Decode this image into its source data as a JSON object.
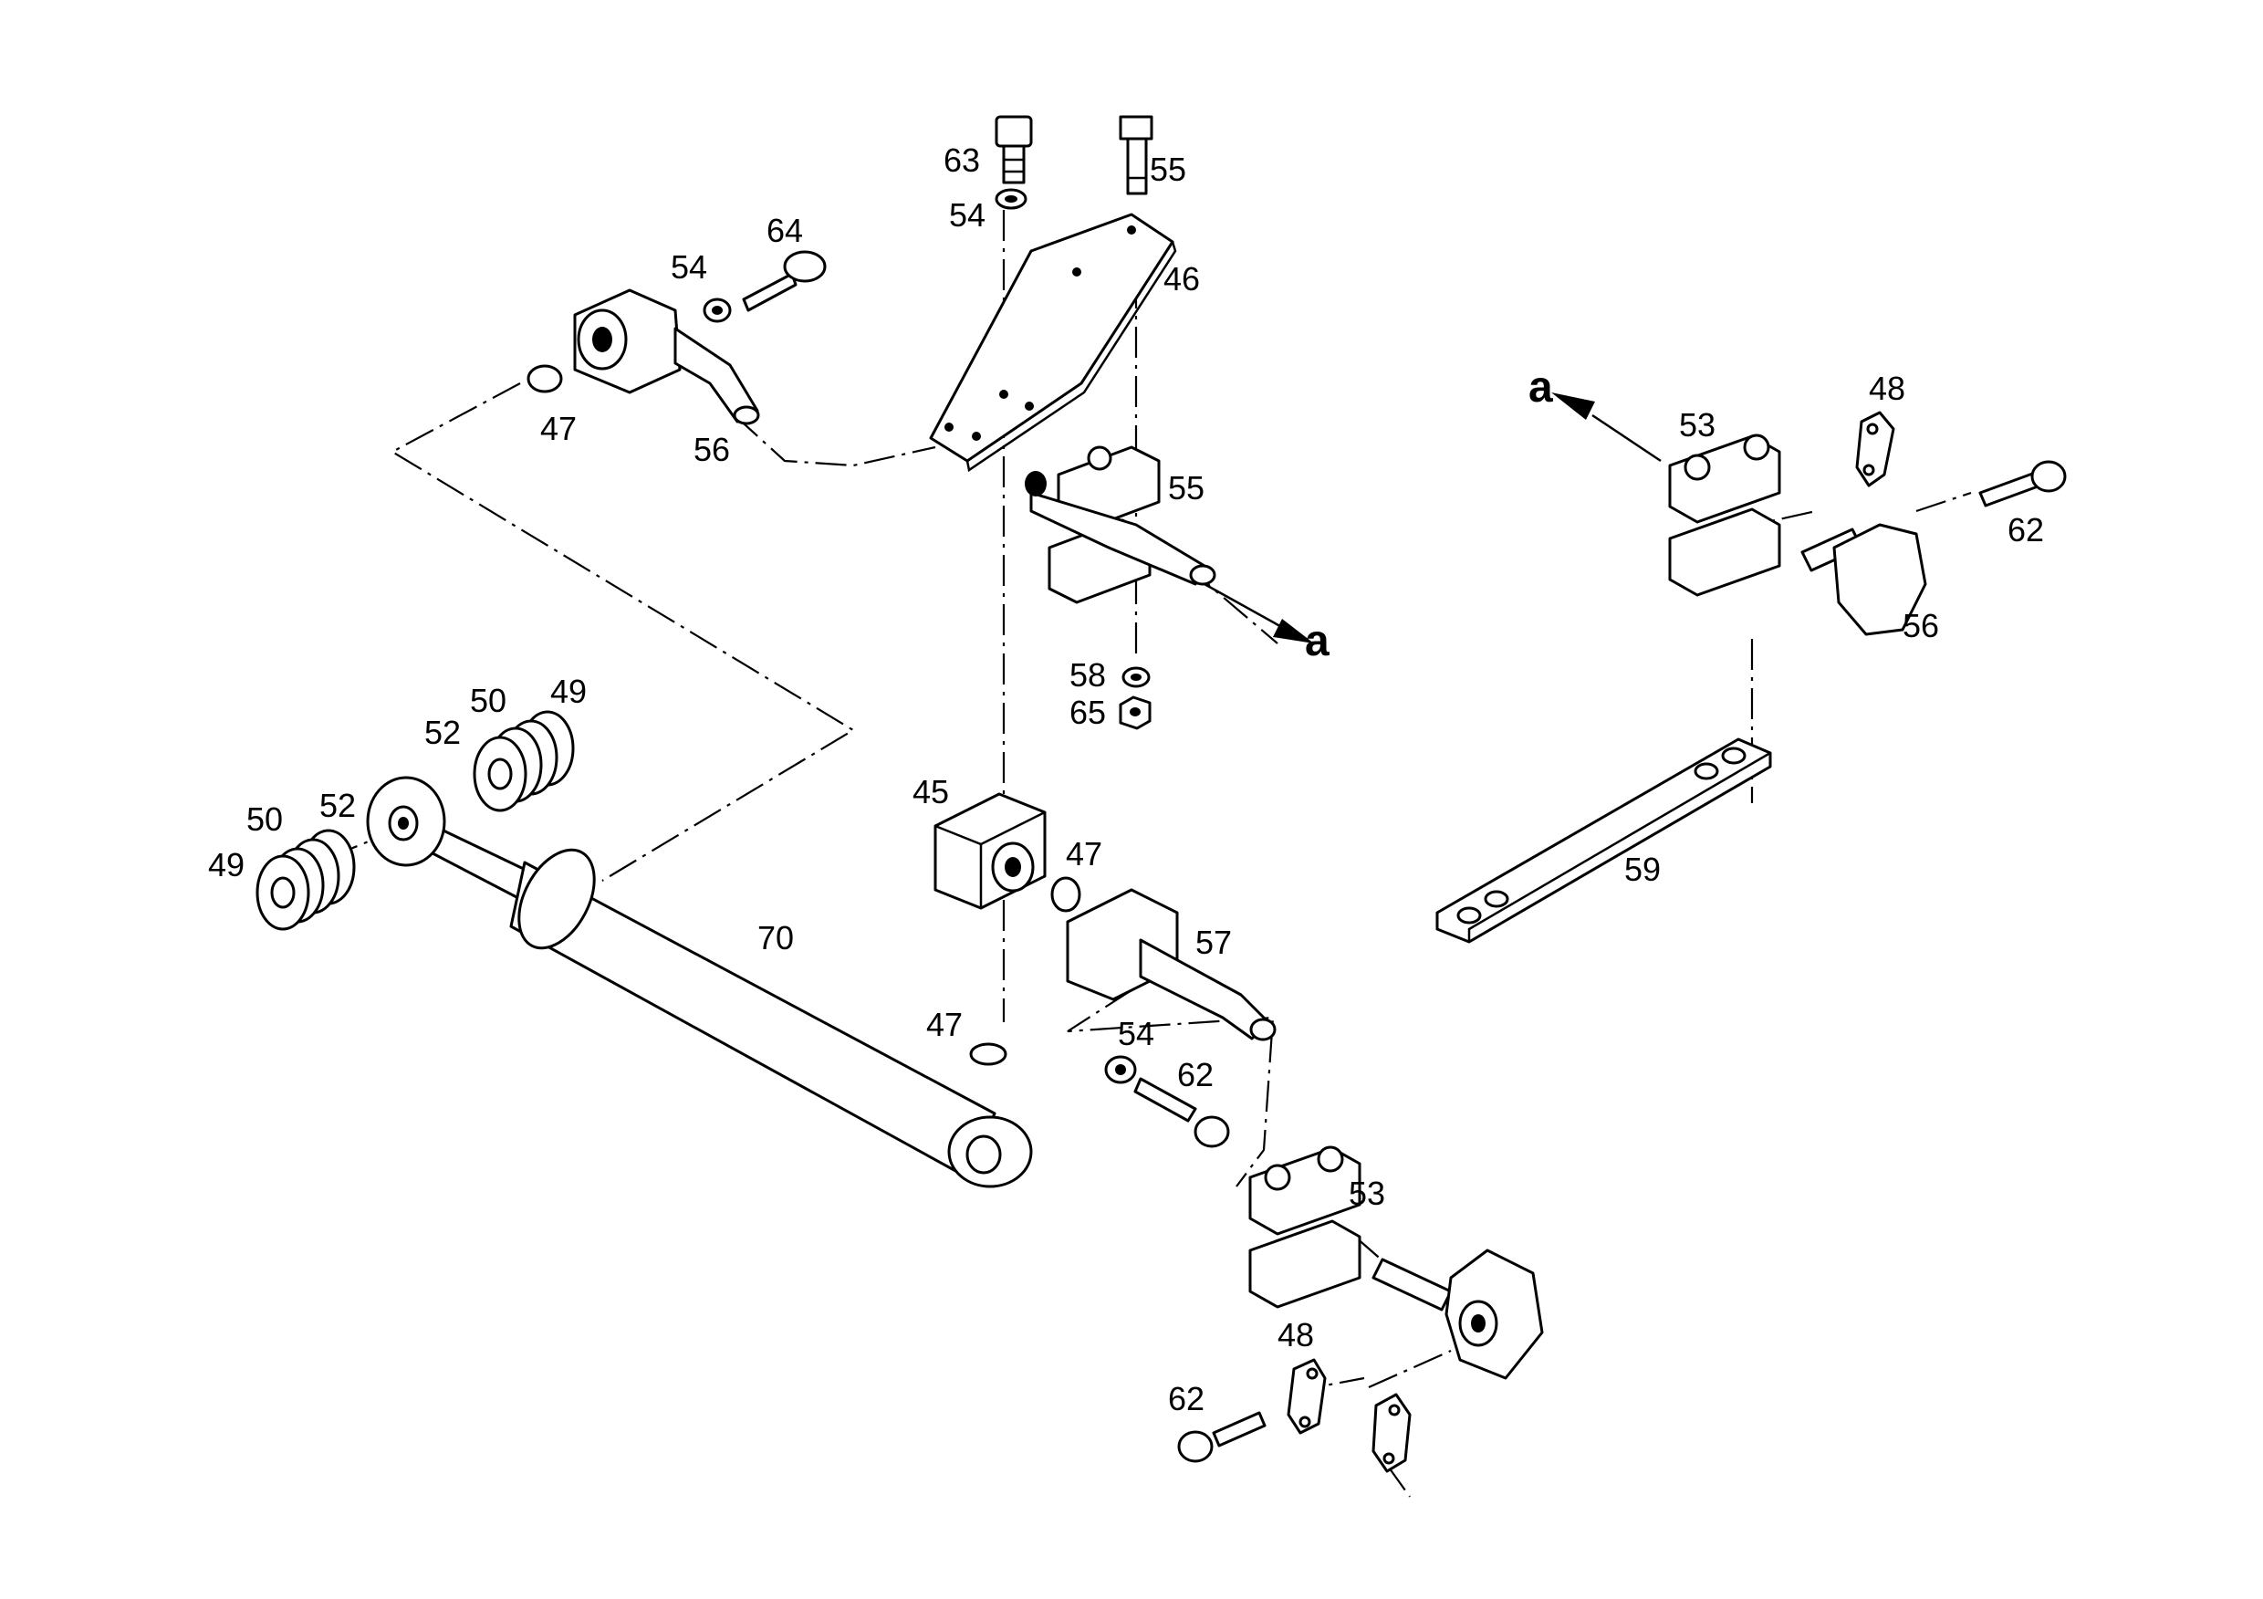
{
  "callouts": {
    "c63": "63",
    "c55a": "55",
    "c54a": "54",
    "c64": "64",
    "c54b": "54",
    "c46": "46",
    "c47a": "47",
    "c56a": "56",
    "c55b": "55",
    "c58": "58",
    "c65": "65",
    "c45": "45",
    "c47b": "47",
    "c57": "57",
    "c47c": "47",
    "c54c": "54",
    "c62a": "62",
    "c70": "70",
    "c50a": "50",
    "c49a": "49",
    "c52a": "52",
    "c50b": "50",
    "c52b": "52",
    "c49b": "49",
    "c53a": "53",
    "c48a": "48",
    "c62b": "62",
    "c48b": "48",
    "c53b": "53",
    "c62c": "62",
    "c56b": "56",
    "c59": "59"
  },
  "view_markers": {
    "arrow_a_left": "a",
    "arrow_a_right": "a"
  }
}
